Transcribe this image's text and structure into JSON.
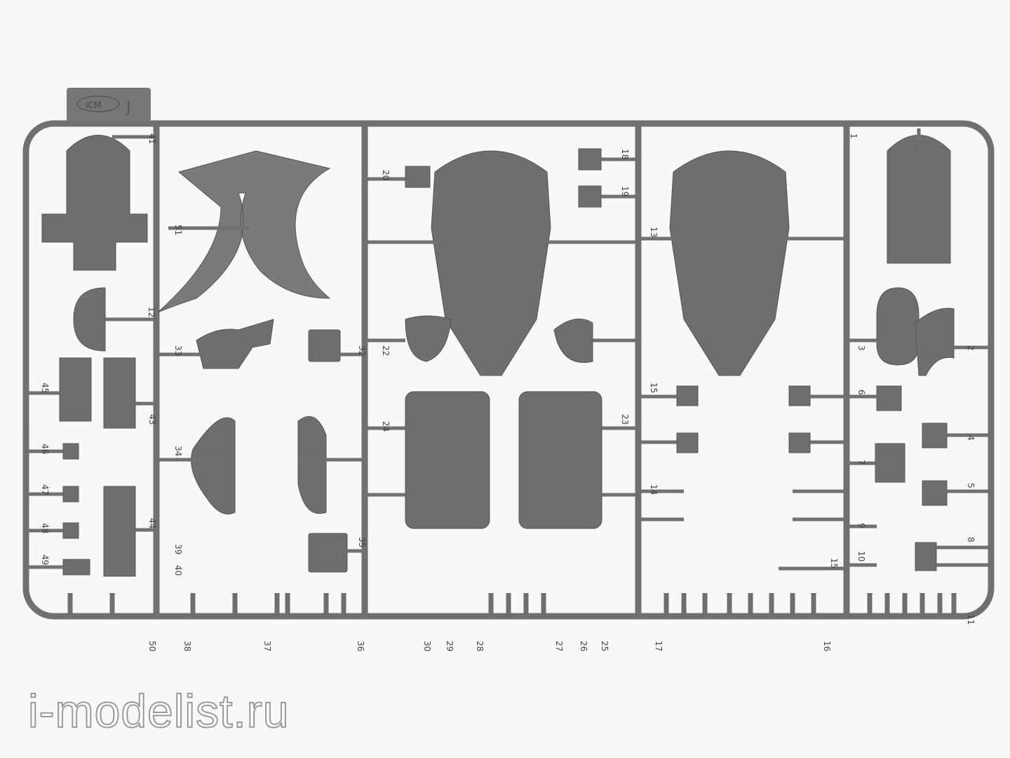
{
  "logo": {
    "brand": "ICM",
    "sprue_letter": "J"
  },
  "part_numbers": [
    "41",
    "51",
    "12",
    "33",
    "45",
    "43",
    "46",
    "47",
    "48",
    "49",
    "44",
    "34",
    "39",
    "40",
    "50",
    "38",
    "37",
    "36",
    "20",
    "22",
    "24",
    "32",
    "35",
    "18",
    "19",
    "23",
    "30",
    "29",
    "28",
    "27",
    "26",
    "25",
    "13",
    "15",
    "14",
    "17",
    "16",
    "1",
    "3",
    "2",
    "6",
    "7",
    "4",
    "5",
    "9",
    "8",
    "10",
    "15",
    "11"
  ],
  "watermark": "i-modelist.ru",
  "colors": {
    "plastic": "#6e6e6e",
    "background": "#f8f8f8"
  }
}
